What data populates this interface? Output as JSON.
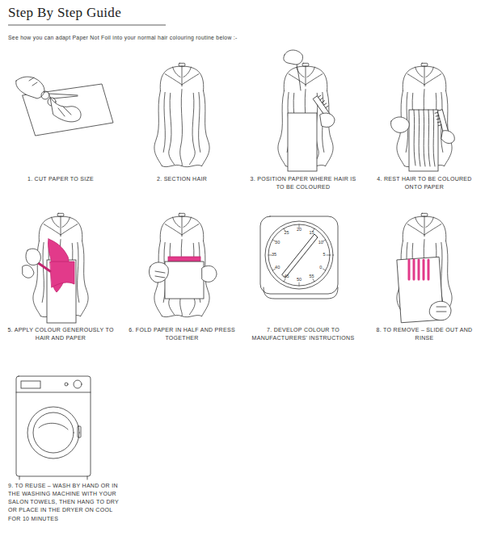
{
  "diagram": {
    "title": "Step By Step Guide",
    "labels": [
      "See how you can adapt Paper Not Foil into your normal hair colouring routine below :-",
      "1. CUT PAPER TO SIZE",
      "2. SECTION HAIR",
      "3. POSITION PAPER WHERE HAIR IS TO BE COLOURED",
      "4. REST HAIR TO BE COLOURED ONTO PAPER",
      "5. APPLY COLOUR GENEROUSLY TO HAIR AND PAPER",
      "6. FOLD PAPER IN HALF AND PRESS TOGETHER",
      "7. DEVELOP COLOUR TO MANUFACTURERS' INSTRUCTIONS",
      "8. TO REMOVE – SLIDE OUT AND RINSE",
      "9. TO REUSE – WASH BY HAND OR IN THE WASHING MACHINE WITH YOUR SALON TOWELS, THEN HANG TO DRY OR PLACE IN THE DRYER ON COOL FOR 10 MINUTES",
      "20",
      "15",
      "10",
      "5",
      "0",
      "55",
      "50",
      "45",
      "40",
      "35",
      "30",
      "25"
    ]
  }
}
